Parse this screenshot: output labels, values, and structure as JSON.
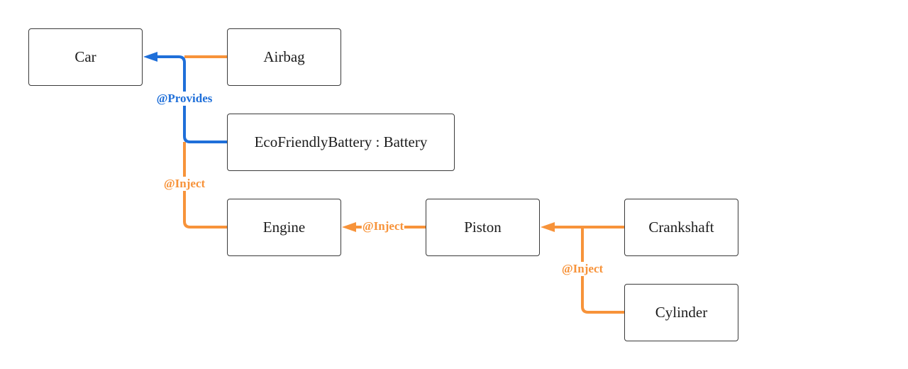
{
  "colors": {
    "inject": "#f7933a",
    "provides": "#1f6fd9",
    "node_border": "#3a3a3a",
    "node_text": "#1c1c1c"
  },
  "nodes": {
    "car": "Car",
    "airbag": "Airbag",
    "battery": "EcoFriendlyBattery : Battery",
    "engine": "Engine",
    "piston": "Piston",
    "crankshaft": "Crankshaft",
    "cylinder": "Cylinder"
  },
  "edge_labels": {
    "provides": "@Provides",
    "inject_car": "@Inject",
    "inject_engine": "@Inject",
    "inject_piston": "@Inject"
  },
  "edges": [
    {
      "from": "Airbag",
      "to": "Car",
      "kind": "inject"
    },
    {
      "from": "EcoFriendlyBattery : Battery",
      "to": "Car",
      "kind": "provides"
    },
    {
      "from": "Engine",
      "to": "Car",
      "kind": "inject"
    },
    {
      "from": "Piston",
      "to": "Engine",
      "kind": "inject"
    },
    {
      "from": "Crankshaft",
      "to": "Piston",
      "kind": "inject"
    },
    {
      "from": "Cylinder",
      "to": "Piston",
      "kind": "inject"
    }
  ]
}
